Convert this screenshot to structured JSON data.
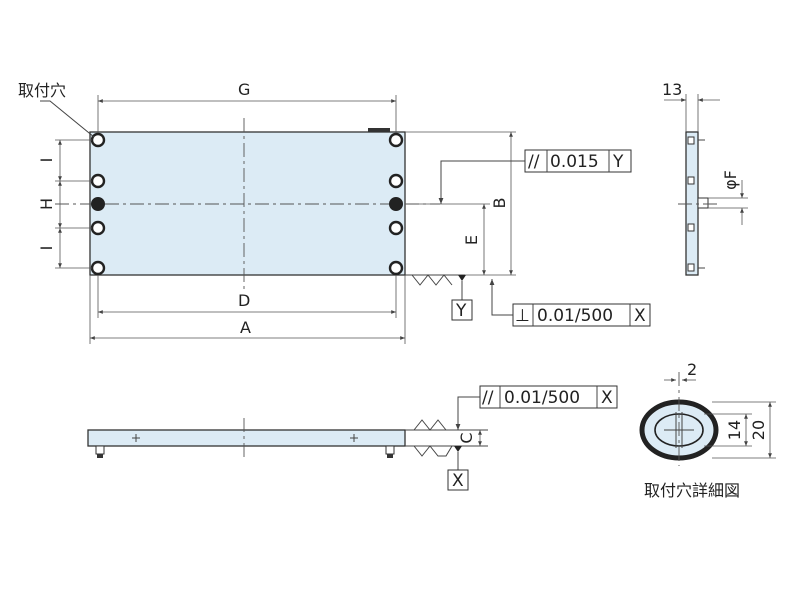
{
  "colors": {
    "plate_fill": "#dcebf5",
    "line": "#333333"
  },
  "top_view": {
    "mount_hole_label": "取付穴",
    "dim_g": "G",
    "dim_d": "D",
    "dim_a": "A",
    "dim_h": "H",
    "dim_i_upper": "I",
    "dim_i_lower": "I",
    "dim_b": "B",
    "dim_e": "E",
    "parallel_symbol": "//",
    "parallel_value": "0.015",
    "parallel_datum": "Y",
    "datum_y": "Y",
    "perp_symbol": "⊥",
    "perp_value": "0.01/500",
    "perp_datum": "X"
  },
  "side_view": {
    "thickness": "13",
    "dim_f": "φF"
  },
  "front_view": {
    "parallel_symbol": "//",
    "parallel_value": "0.01/500",
    "parallel_datum": "X",
    "dim_c": "C",
    "datum_x": "X"
  },
  "hole_detail": {
    "dim_2": "2",
    "dim_14": "14",
    "dim_20": "20",
    "caption": "取付穴詳細図"
  }
}
